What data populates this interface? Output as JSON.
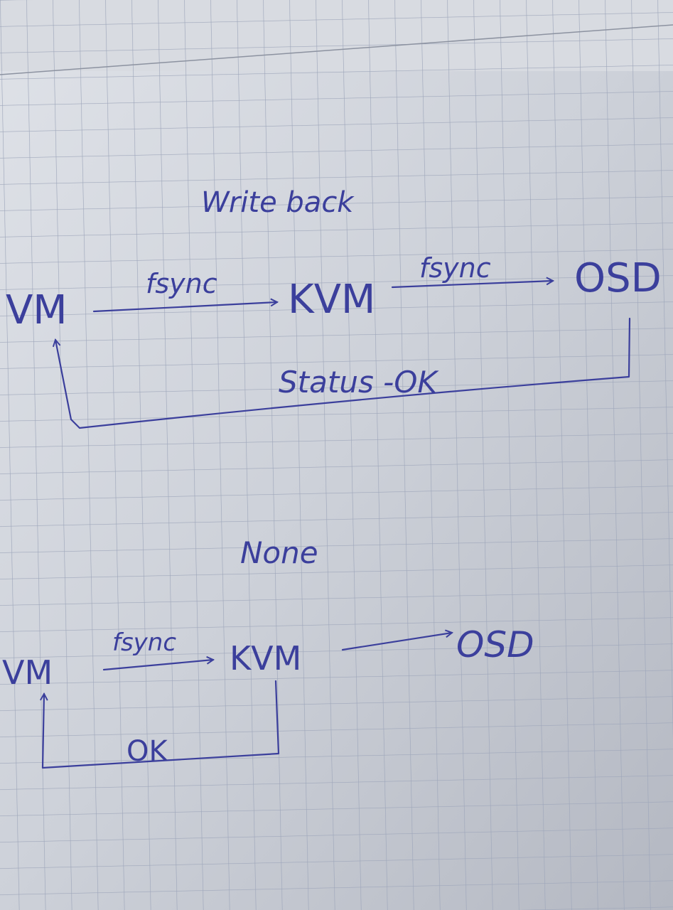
{
  "writeback": {
    "title": "Write back",
    "vm": "VM",
    "fsync_1": "fsync",
    "kvm": "KVM",
    "fsync_2": "fsync",
    "osd": "OSD",
    "status": "Status -OK"
  },
  "none": {
    "title": "None",
    "vm": "VM",
    "fsync": "fsync",
    "kvm": "KVM",
    "osd": "OSD",
    "ok": "OK"
  },
  "colors": {
    "ink": "#3b3f9c",
    "paper": "#cfd3da",
    "grid": "#9ea6ba"
  }
}
